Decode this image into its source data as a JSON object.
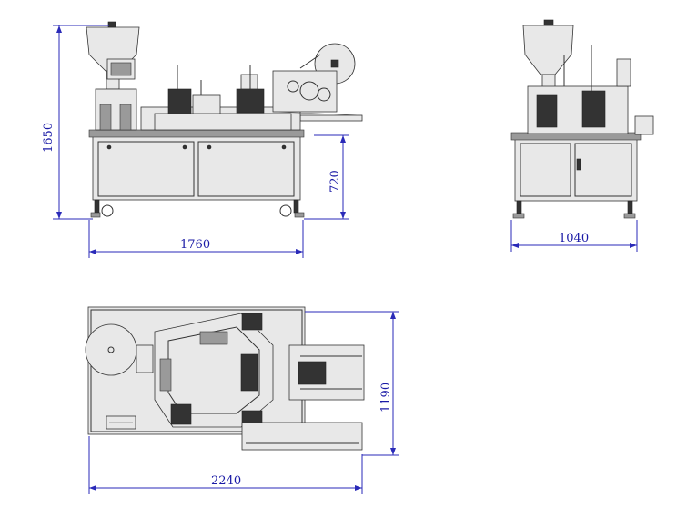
{
  "dimensions": {
    "front_height": "1650",
    "table_height": "720",
    "front_width": "1760",
    "side_width": "1040",
    "top_length": "2240",
    "top_depth": "1190"
  }
}
